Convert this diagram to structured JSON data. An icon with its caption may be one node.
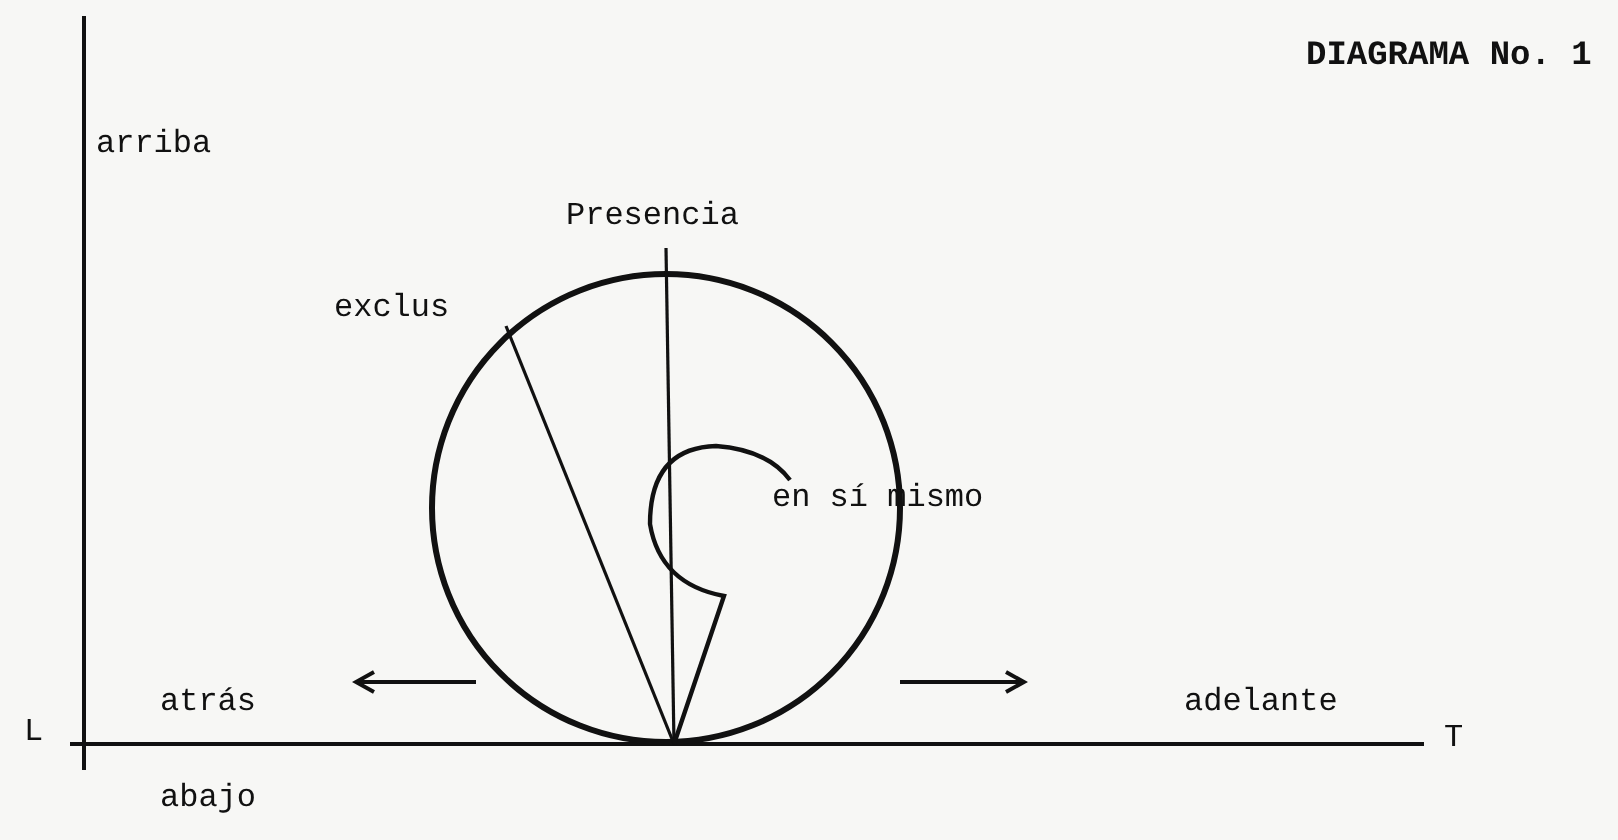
{
  "diagram": {
    "title": "DIAGRAMA No. 1",
    "labels": [
      "arriba",
      "Presencia",
      "exclus",
      "en sí mismo",
      "atrás",
      "adelante",
      "L",
      "T",
      "abajo"
    ]
  }
}
